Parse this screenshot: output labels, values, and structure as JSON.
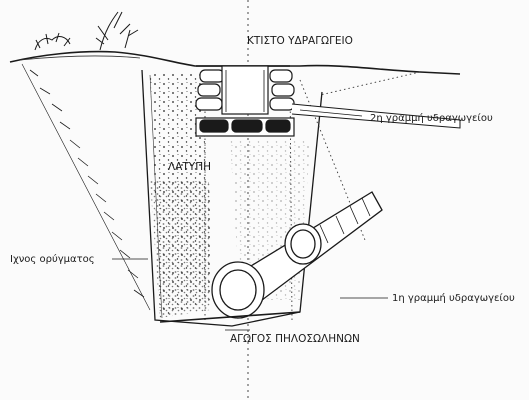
{
  "labels": {
    "built_conduit": "ΚΤΙΣΤΟ ΥΔΡΑΓΩΓΕΙΟ",
    "second_line": "2η γραμμή υδραγωγείου",
    "rubble_fill": "ΛΑΤΥΠΗ",
    "trench_trace": "Ιχνος ορύγματος",
    "first_line": "1η γραμμή υδραγωγείου",
    "clay_pipe_conduit": "ΑΓΩΓΟΣ ΠΗΛΟΣΩΛΗΝΩΝ"
  },
  "colors": {
    "ink": "#1a1a1a",
    "paper": "#fbfbfb"
  }
}
